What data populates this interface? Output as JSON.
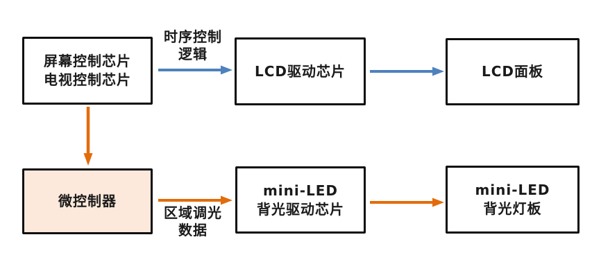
{
  "diagram": {
    "colors": {
      "blue_arrow": "#4F81BD",
      "orange_arrow": "#E36C0A",
      "mcu_fill": "#FCE9DB",
      "box_border": "#0D0D0D",
      "text": "#1A1A1A",
      "background": "#FFFFFF"
    },
    "nodes": {
      "screen_control": {
        "line1": "屏幕控制芯片",
        "line2": "电视控制芯片"
      },
      "lcd_driver": {
        "line1": "LCD驱动芯片"
      },
      "lcd_panel": {
        "line1": "LCD面板"
      },
      "mcu": {
        "line1": "微控制器"
      },
      "miniled_driver": {
        "line1": "mini-LED",
        "line2": "背光驱动芯片"
      },
      "miniled_backlight": {
        "line1": "mini-LED",
        "line2": "背光灯板"
      }
    },
    "edge_labels": {
      "timing_control": {
        "line1": "时序控制",
        "line2": "逻辑"
      },
      "local_dimming": {
        "line1": "区域调光",
        "line2": "数据"
      }
    },
    "edges": [
      {
        "from": "screen_control",
        "to": "lcd_driver",
        "label": "timing_control",
        "color": "blue"
      },
      {
        "from": "lcd_driver",
        "to": "lcd_panel",
        "label": "",
        "color": "blue"
      },
      {
        "from": "screen_control",
        "to": "mcu",
        "label": "",
        "color": "orange"
      },
      {
        "from": "mcu",
        "to": "miniled_driver",
        "label": "local_dimming",
        "color": "orange"
      },
      {
        "from": "miniled_driver",
        "to": "miniled_backlight",
        "label": "",
        "color": "orange"
      }
    ]
  }
}
